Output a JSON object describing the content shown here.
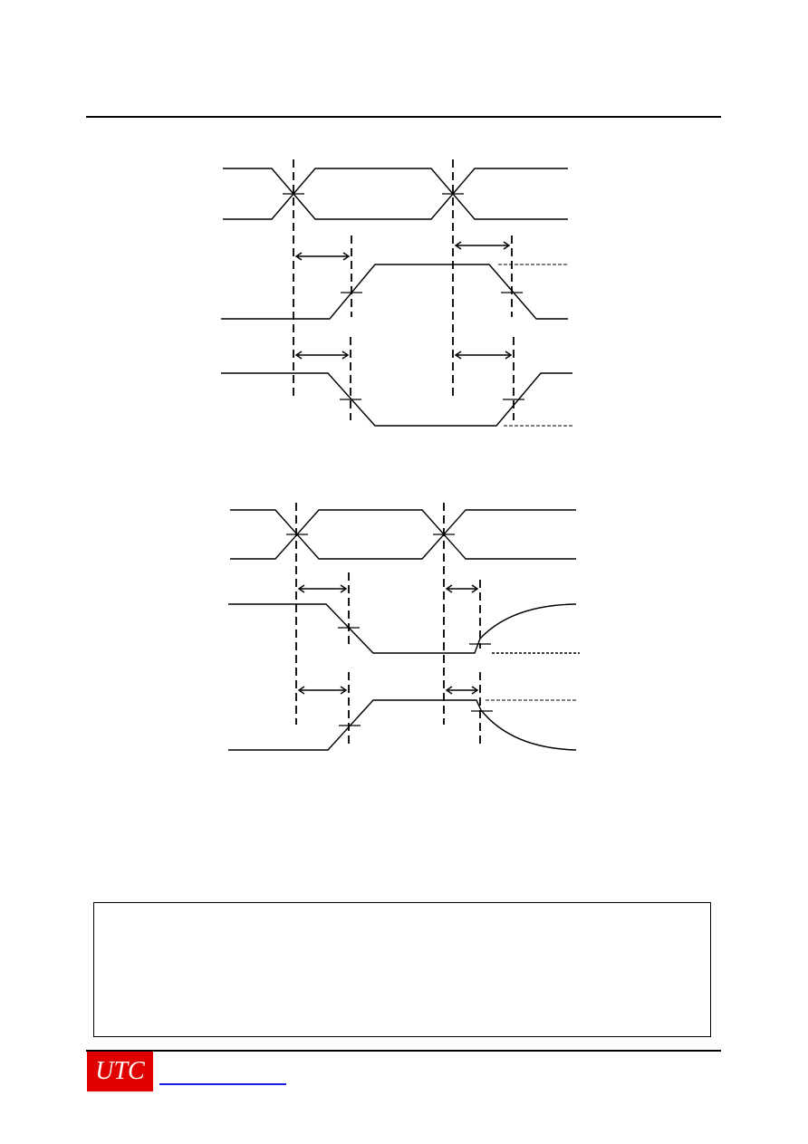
{
  "header": {
    "rule": true
  },
  "diagrams": [
    {
      "name": "upper-timing-diagram"
    },
    {
      "name": "lower-timing-diagram"
    }
  ],
  "note_box": {
    "text": ""
  },
  "footer": {
    "logo_text": "UTC",
    "logo_color": "#e00000",
    "link_color": "#1a1ae6"
  }
}
